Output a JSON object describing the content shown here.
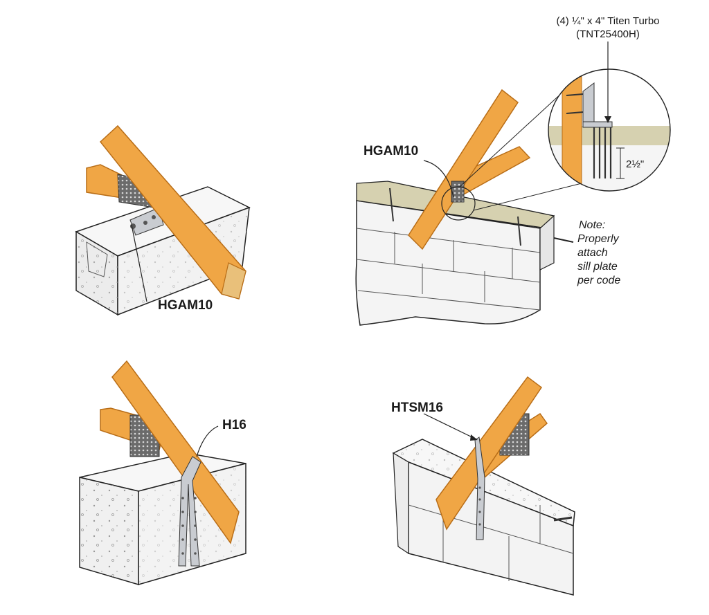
{
  "labels": {
    "hgam10_a": "HGAM10",
    "hgam10_b": "HGAM10",
    "h16": "H16",
    "htsm16": "HTSM16"
  },
  "callout": {
    "line1": "(4) ¼\" x 4\" Titen Turbo",
    "line2": "(TNT25400H)",
    "dimension": "2½\""
  },
  "note": {
    "line1": "Note:",
    "line2": "Properly",
    "line3": "attach",
    "line4": "sill plate",
    "line5": "per code"
  },
  "colors": {
    "lumber": "#f0a645",
    "lumber_edge": "#b86d17",
    "concrete": "#f2f2f2",
    "sill": "#d6d1b0",
    "metal": "#c9ccd1",
    "line": "#222222"
  }
}
